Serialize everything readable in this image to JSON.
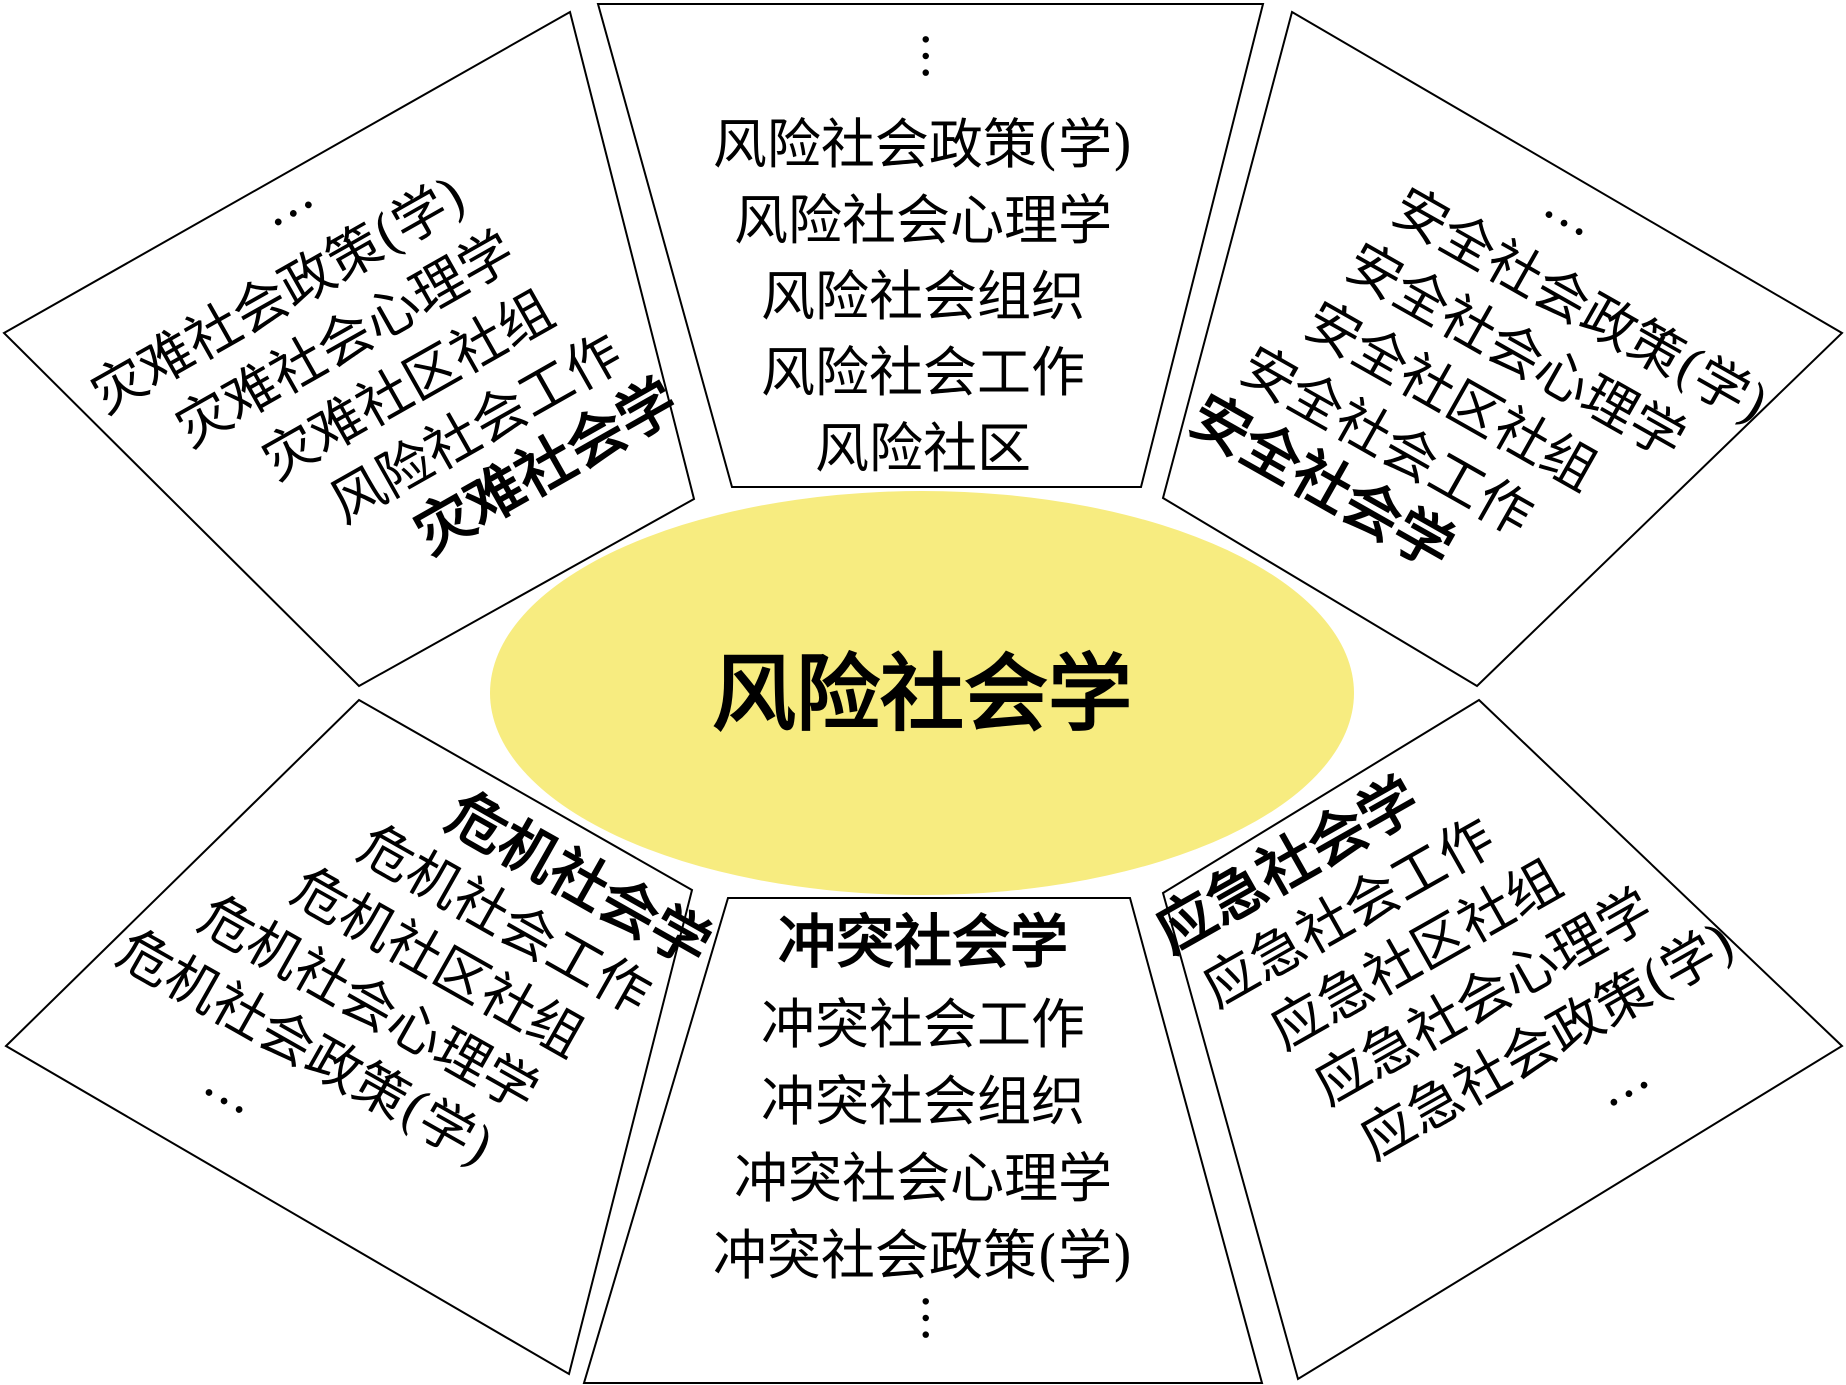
{
  "colors": {
    "hub_fill": "#f7ec80",
    "panel_fill": "#ffffff",
    "stroke": "#000000",
    "text": "#000000"
  },
  "center": {
    "title": "风险社会学"
  },
  "panels": {
    "top": {
      "ellipsis": "…",
      "items": [
        "风险社会政策(学)",
        "风险社会心理学",
        "风险社会组织",
        "风险社会工作",
        "风险社区"
      ]
    },
    "top_left": {
      "ellipsis": "…",
      "items": [
        "灾难社会政策(学)",
        "灾难社会心理学",
        "灾难社区社组",
        "风险社会工作"
      ],
      "title": "灾难社会学"
    },
    "top_right": {
      "ellipsis": "…",
      "items": [
        "安全社会政策(学)",
        "安全社会心理学",
        "安全社区社组",
        "安全社会工作"
      ],
      "title": "安全社会学"
    },
    "bottom_left": {
      "title": "危机社会学",
      "items": [
        "危机社会工作",
        "危机社区社组",
        "危机社会心理学",
        "危机社会政策(学)"
      ],
      "ellipsis": "…"
    },
    "bottom": {
      "title": "冲突社会学",
      "items": [
        "冲突社会工作",
        "冲突社会组织",
        "冲突社会心理学",
        "冲突社会政策(学)"
      ],
      "ellipsis": "…"
    },
    "bottom_right": {
      "title": "应急社会学",
      "items": [
        "应急社会工作",
        "应急社区社组",
        "应急社会心理学",
        "应急社会政策(学)"
      ],
      "ellipsis": "…"
    }
  }
}
